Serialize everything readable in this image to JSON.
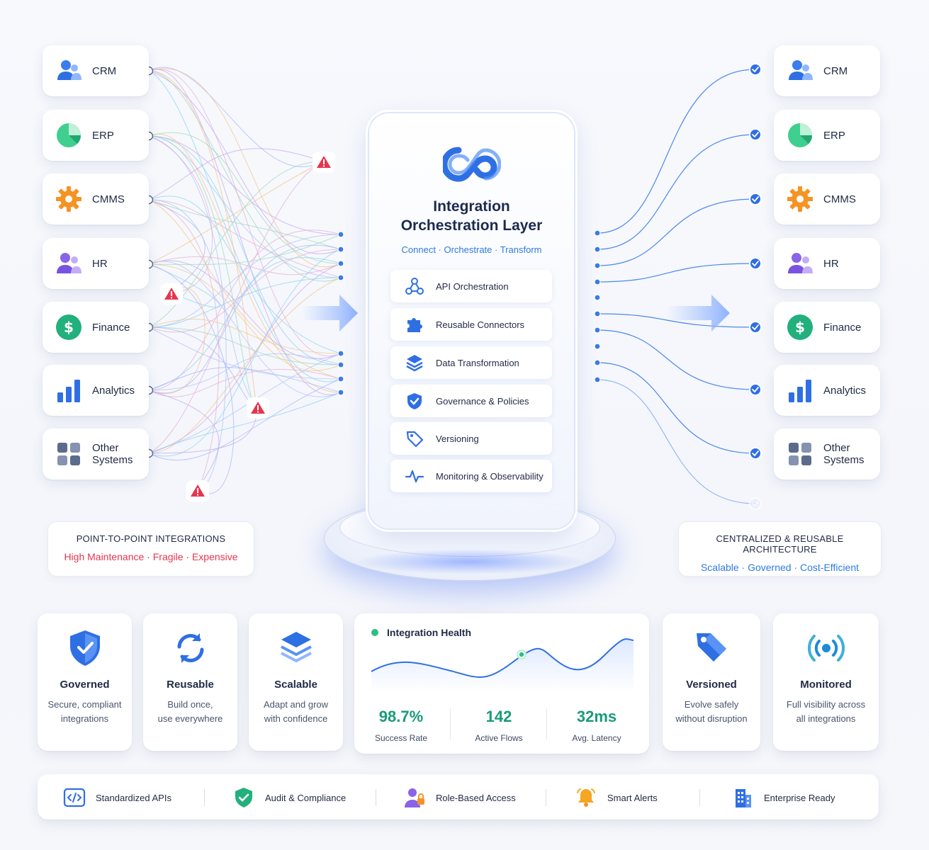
{
  "left_systems": [
    {
      "label": "CRM",
      "icon": "users-icon"
    },
    {
      "label": "ERP",
      "icon": "pie-chart-icon"
    },
    {
      "label": "CMMS",
      "icon": "gear-icon"
    },
    {
      "label": "HR",
      "icon": "people-icon"
    },
    {
      "label": "Finance",
      "icon": "dollar-icon"
    },
    {
      "label": "Analytics",
      "icon": "bar-chart-icon"
    },
    {
      "label": "Other Systems",
      "icon": "grid-icon"
    }
  ],
  "right_systems": [
    {
      "label": "CRM",
      "icon": "users-icon"
    },
    {
      "label": "ERP",
      "icon": "pie-chart-icon"
    },
    {
      "label": "CMMS",
      "icon": "gear-icon"
    },
    {
      "label": "HR",
      "icon": "people-icon"
    },
    {
      "label": "Finance",
      "icon": "dollar-icon"
    },
    {
      "label": "Analytics",
      "icon": "bar-chart-icon"
    },
    {
      "label": "Other Systems",
      "icon": "grid-icon"
    }
  ],
  "hub": {
    "title_line1": "Integration",
    "title_line2": "Orchestration Layer",
    "subtitle": "Connect · Orchestrate · Transform",
    "features": [
      {
        "label": "API Orchestration",
        "icon": "network-nodes-icon"
      },
      {
        "label": "Reusable Connectors",
        "icon": "puzzle-piece-icon"
      },
      {
        "label": "Data Transformation",
        "icon": "layers-icon"
      },
      {
        "label": "Governance & Policies",
        "icon": "shield-check-icon"
      },
      {
        "label": "Versioning",
        "icon": "tag-icon"
      },
      {
        "label": "Monitoring & Observability",
        "icon": "pulse-icon"
      }
    ]
  },
  "left_caption": {
    "title": "POINT-TO-POINT INTEGRATIONS",
    "subtitle": "High Maintenance · Fragile · Expensive"
  },
  "right_caption": {
    "title": "CENTRALIZED & REUSABLE ARCHITECTURE",
    "subtitle": "Scalable · Governed · Cost-Efficient"
  },
  "benefits": [
    {
      "title": "Governed",
      "desc_line1": "Secure, compliant",
      "desc_line2": "integrations",
      "icon": "shield-check-icon"
    },
    {
      "title": "Reusable",
      "desc_line1": "Build once,",
      "desc_line2": "use everywhere",
      "icon": "refresh-icon"
    },
    {
      "title": "Scalable",
      "desc_line1": "Adapt and grow",
      "desc_line2": "with confidence",
      "icon": "layers-icon"
    },
    {
      "title": "Versioned",
      "desc_line1": "Evolve safely",
      "desc_line2": "without disruption",
      "icon": "tag-icon"
    },
    {
      "title": "Monitored",
      "desc_line1": "Full visibility across",
      "desc_line2": "all integrations",
      "icon": "broadcast-icon"
    }
  ],
  "health": {
    "title": "Integration Health",
    "metrics": [
      {
        "value": "98.7%",
        "label": "Success Rate"
      },
      {
        "value": "142",
        "label": "Active Flows"
      },
      {
        "value": "32ms",
        "label": "Avg. Latency"
      }
    ]
  },
  "bottom_bar": [
    {
      "label": "Standardized APIs",
      "icon": "code-icon"
    },
    {
      "label": "Audit & Compliance",
      "icon": "shield-check-icon"
    },
    {
      "label": "Role-Based Access",
      "icon": "user-lock-icon"
    },
    {
      "label": "Smart Alerts",
      "icon": "bell-icon"
    },
    {
      "label": "Enterprise Ready",
      "icon": "building-icon"
    }
  ],
  "colors": {
    "accent": "#2f6fe4",
    "success": "#1a9a7a",
    "warning": "#e5364f",
    "wire_right": "#3a7be8"
  }
}
